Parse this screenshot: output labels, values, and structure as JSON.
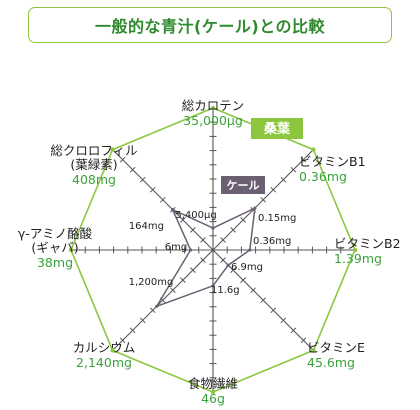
{
  "title": "一般的な青汁(ケール)との比較",
  "chart_data": {
    "type": "radar",
    "series": [
      {
        "name": "桑葉",
        "color": "#8cc63f",
        "values": [
          "35,000μg",
          "0.36mg",
          "1.39mg",
          "45.6mg",
          "46g",
          "2,140mg",
          "38mg",
          "408mg"
        ],
        "relative": [
          1,
          1,
          1,
          1,
          1,
          1,
          1,
          1
        ]
      },
      {
        "name": "ケール",
        "color": "#6b5f73",
        "values": [
          "5,400μg",
          "0.15mg",
          "0.36mg",
          "6.9mg",
          "11.6g",
          "1,200mg",
          "6mg",
          "164mg"
        ],
        "relative": [
          0.154,
          0.417,
          0.259,
          0.151,
          0.252,
          0.561,
          0.158,
          0.402
        ]
      }
    ],
    "axes": [
      {
        "label_lines": [
          "総カロテン"
        ],
        "value": "35,000μg"
      },
      {
        "label_lines": [
          "ビタミンB1"
        ],
        "value": "0.36mg"
      },
      {
        "label_lines": [
          "ビタミンB2"
        ],
        "value": "1.39mg"
      },
      {
        "label_lines": [
          "ビタミンE"
        ],
        "value": "45.6mg"
      },
      {
        "label_lines": [
          "食物繊維"
        ],
        "value": "46g"
      },
      {
        "label_lines": [
          "カルシウム"
        ],
        "value": "2,140mg"
      },
      {
        "label_lines": [
          "γ-アミノ酪酸",
          "(ギャバ)"
        ],
        "value": "38mg"
      },
      {
        "label_lines": [
          "総クロロフィル",
          "(葉緑素)"
        ],
        "value": "408mg"
      }
    ],
    "kale_labels": [
      "5,400μg",
      "0.15mg",
      "0.36mg",
      "6.9mg",
      "11.6g",
      "1,200mg",
      "6mg",
      "164mg"
    ],
    "ticks_per_axis": 9
  }
}
